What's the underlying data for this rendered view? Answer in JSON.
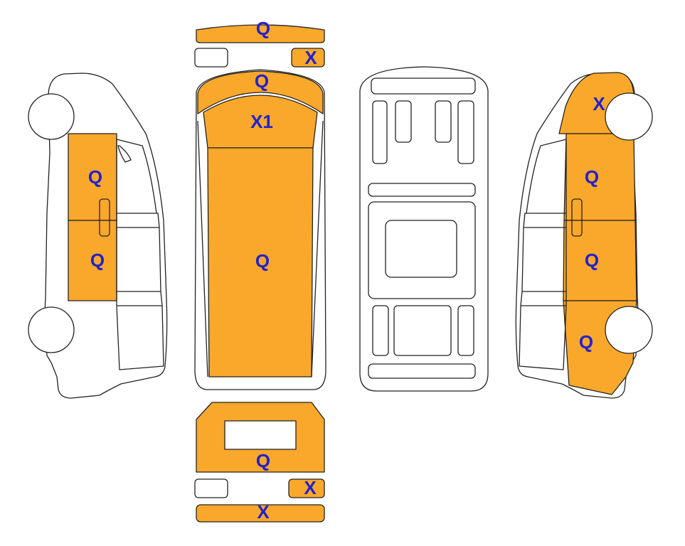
{
  "colors": {
    "panel_fill": "#F9A82B",
    "outline": "#222222",
    "label": "#2222CC",
    "body_fill": "#FFFFFF"
  },
  "labels": {
    "roof_top": "Q",
    "front_right_mark": "X",
    "hood": "Q",
    "windshield": "X1",
    "roof_main": "Q",
    "left_upper_panel": "Q",
    "left_lower_panel": "Q",
    "right_rear_pillar": "X",
    "right_upper_panel": "Q",
    "right_middle_panel": "Q",
    "right_front_panel": "Q",
    "rear_door": "Q",
    "rear_right_mark": "X",
    "rear_bumper": "X"
  }
}
